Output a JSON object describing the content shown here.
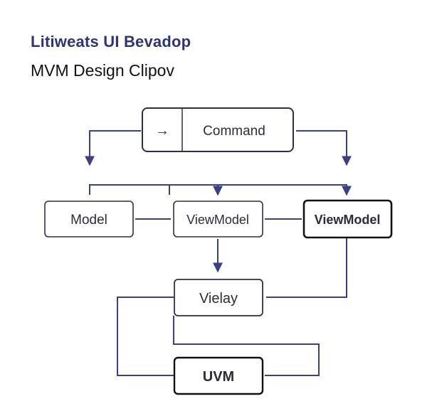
{
  "header": {
    "title": "Litiweats UI Bevadop",
    "subtitle": "MVM Design Clipov"
  },
  "nodes": {
    "command": {
      "label": "Command",
      "glyph": "→"
    },
    "model": {
      "label": "Model"
    },
    "viewmodel_light": {
      "label": "ViewModel"
    },
    "viewmodel_bold": {
      "label": "ViewModel"
    },
    "view": {
      "label": "Vielay"
    },
    "uvm": {
      "label": "UVM"
    }
  },
  "colors": {
    "connector": "#3a3f86",
    "box_stroke": "#2e2f45",
    "title_accent": "#2e3576"
  }
}
